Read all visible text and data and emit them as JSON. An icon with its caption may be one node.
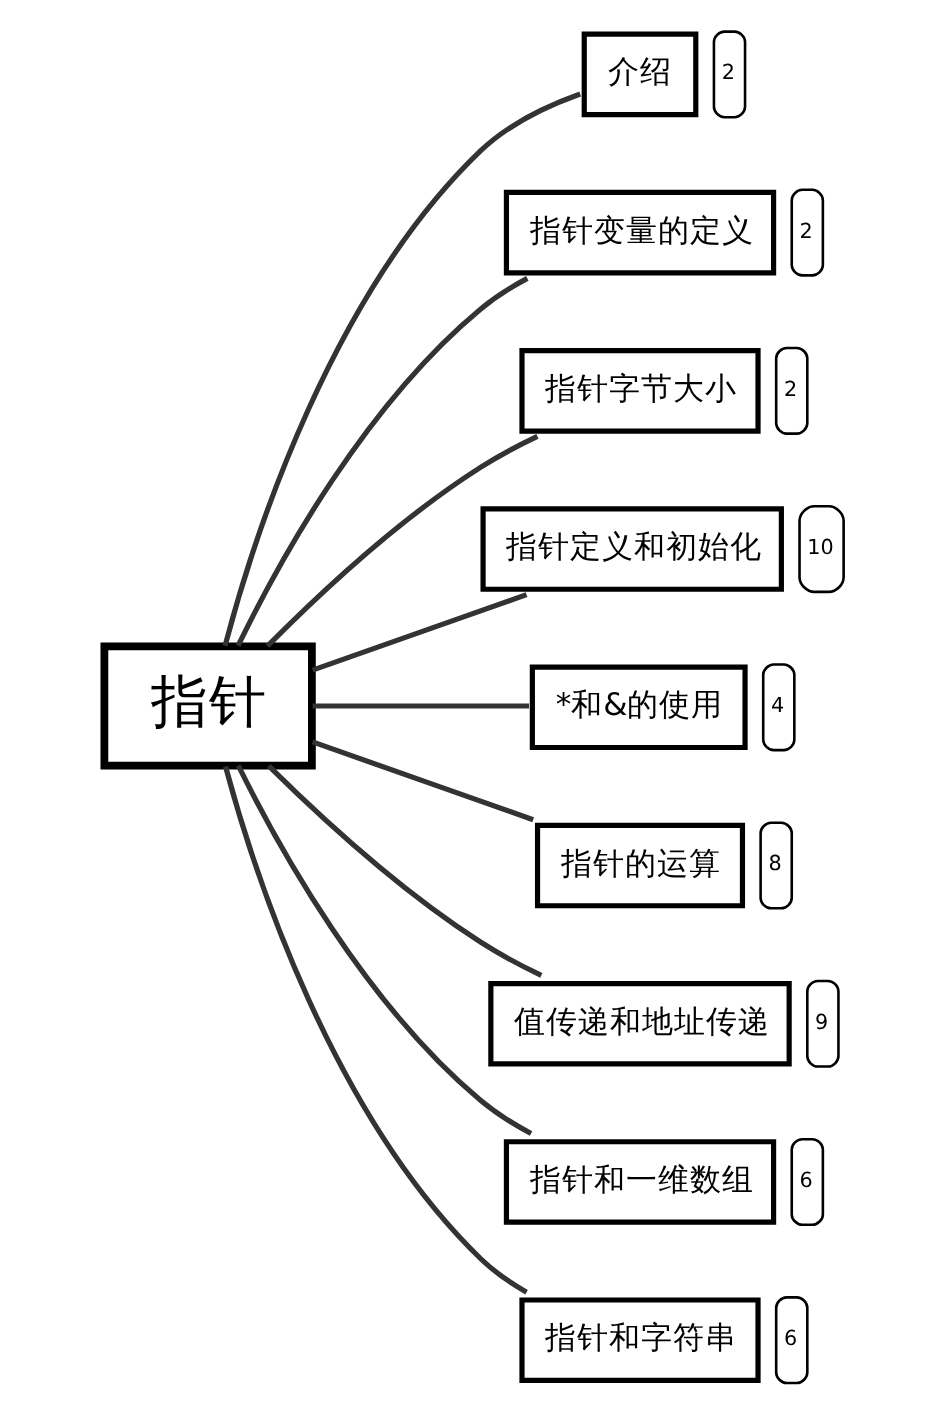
{
  "diagram": {
    "nodes": [
      {
        "text": [
          "指针"
        ]
      },
      {
        "text": [
          "介绍"
        ],
        "beside": [
          "2"
        ]
      },
      {
        "text": [
          "指针变量的定义"
        ],
        "beside": [
          "2"
        ]
      },
      {
        "text": [
          "指针字节大小"
        ],
        "beside": [
          "2"
        ]
      },
      {
        "text": [
          "指针定义和初始化"
        ],
        "beside": [
          "10"
        ]
      },
      {
        "text": [
          "*和&的使用"
        ],
        "beside": [
          "4"
        ]
      },
      {
        "text": [
          "指针的运算"
        ],
        "beside": [
          "8"
        ]
      },
      {
        "text": [
          "值传递和地址传递"
        ],
        "beside": [
          "9"
        ]
      },
      {
        "text": [
          "指针和一维数组"
        ],
        "beside": [
          "6"
        ]
      },
      {
        "text": [
          "指针和字符串"
        ],
        "beside": [
          "6"
        ]
      }
    ],
    "edges": [
      {
        "from": 0,
        "to": 1,
        "arrow": "none"
      },
      {
        "from": 0,
        "to": 2,
        "arrow": "none"
      },
      {
        "from": 0,
        "to": 3,
        "arrow": "none"
      },
      {
        "from": 0,
        "to": 4,
        "arrow": "none"
      },
      {
        "from": 0,
        "to": 5,
        "arrow": "none"
      },
      {
        "from": 0,
        "to": 6,
        "arrow": "none"
      },
      {
        "from": 0,
        "to": 7,
        "arrow": "none"
      },
      {
        "from": 0,
        "to": 8,
        "arrow": "none"
      },
      {
        "from": 0,
        "to": 9,
        "arrow": "none"
      }
    ]
  }
}
